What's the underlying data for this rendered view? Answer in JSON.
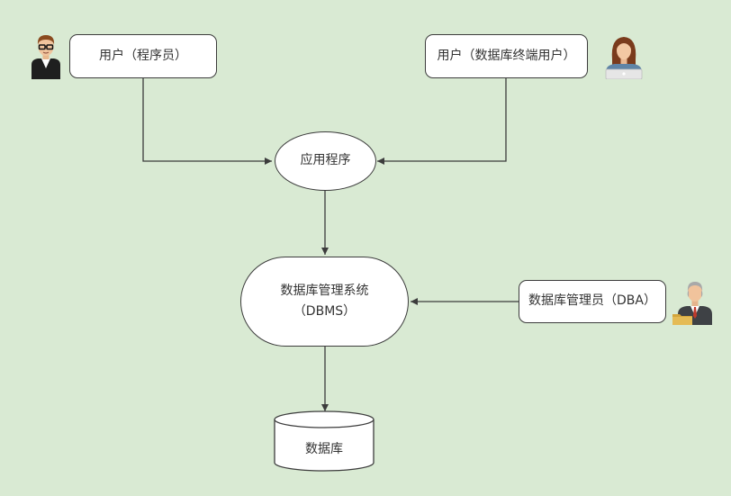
{
  "diagram": {
    "nodes": {
      "user_programmer": {
        "label": "用户（程序员）"
      },
      "user_end_user": {
        "label": "用户（数据库终端用户）"
      },
      "application": {
        "label": "应用程序"
      },
      "dbms": {
        "label_line1": "数据库管理系统",
        "label_line2": "（DBMS）"
      },
      "dba": {
        "label": "数据库管理员（DBA）"
      },
      "database": {
        "label": "数据库"
      }
    },
    "actors": {
      "programmer": "programmer-icon",
      "end_user": "female-user-icon",
      "dba": "administrator-icon"
    },
    "edges": [
      {
        "from": "user_programmer",
        "to": "application"
      },
      {
        "from": "user_end_user",
        "to": "application"
      },
      {
        "from": "application",
        "to": "dbms"
      },
      {
        "from": "dba",
        "to": "dbms"
      },
      {
        "from": "dbms",
        "to": "database"
      }
    ],
    "colors": {
      "background": "#d9ead3",
      "node_fill": "#ffffff",
      "stroke": "#3c3c3c",
      "text": "#333333"
    }
  }
}
